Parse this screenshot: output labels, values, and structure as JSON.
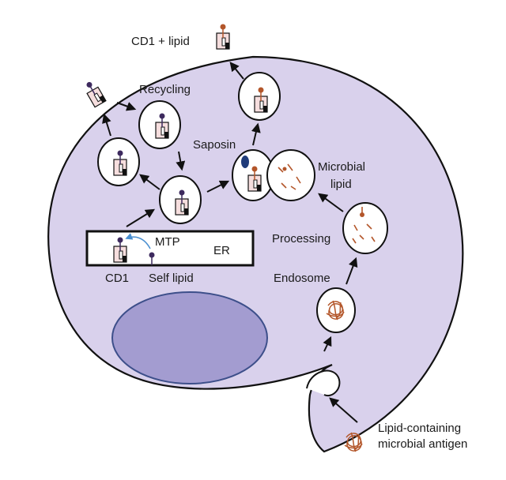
{
  "labels": {
    "cd1_lipid": "CD1 + lipid",
    "recycling": "Recycling",
    "saposin": "Saposin",
    "microbial_lipid_line1": "Microbial",
    "microbial_lipid_line2": "lipid",
    "mtp": "MTP",
    "er": "ER",
    "processing": "Processing",
    "cd1": "CD1",
    "self_lipid": "Self lipid",
    "endosome": "Endosome",
    "antigen_line1": "Lipid-containing",
    "antigen_line2": "microbial antigen"
  },
  "colors": {
    "cell_fill": "#d9d1ec",
    "nucleus_fill": "#a39cd0",
    "nucleus_stroke": "#3d4f8a",
    "cd1_fill": "#f6dede",
    "self_lipid": "#3d2a5e",
    "microbial_lipid": "#b3562a",
    "saposin": "#1f3b7a",
    "mtp_arrow": "#4a8fd0"
  }
}
